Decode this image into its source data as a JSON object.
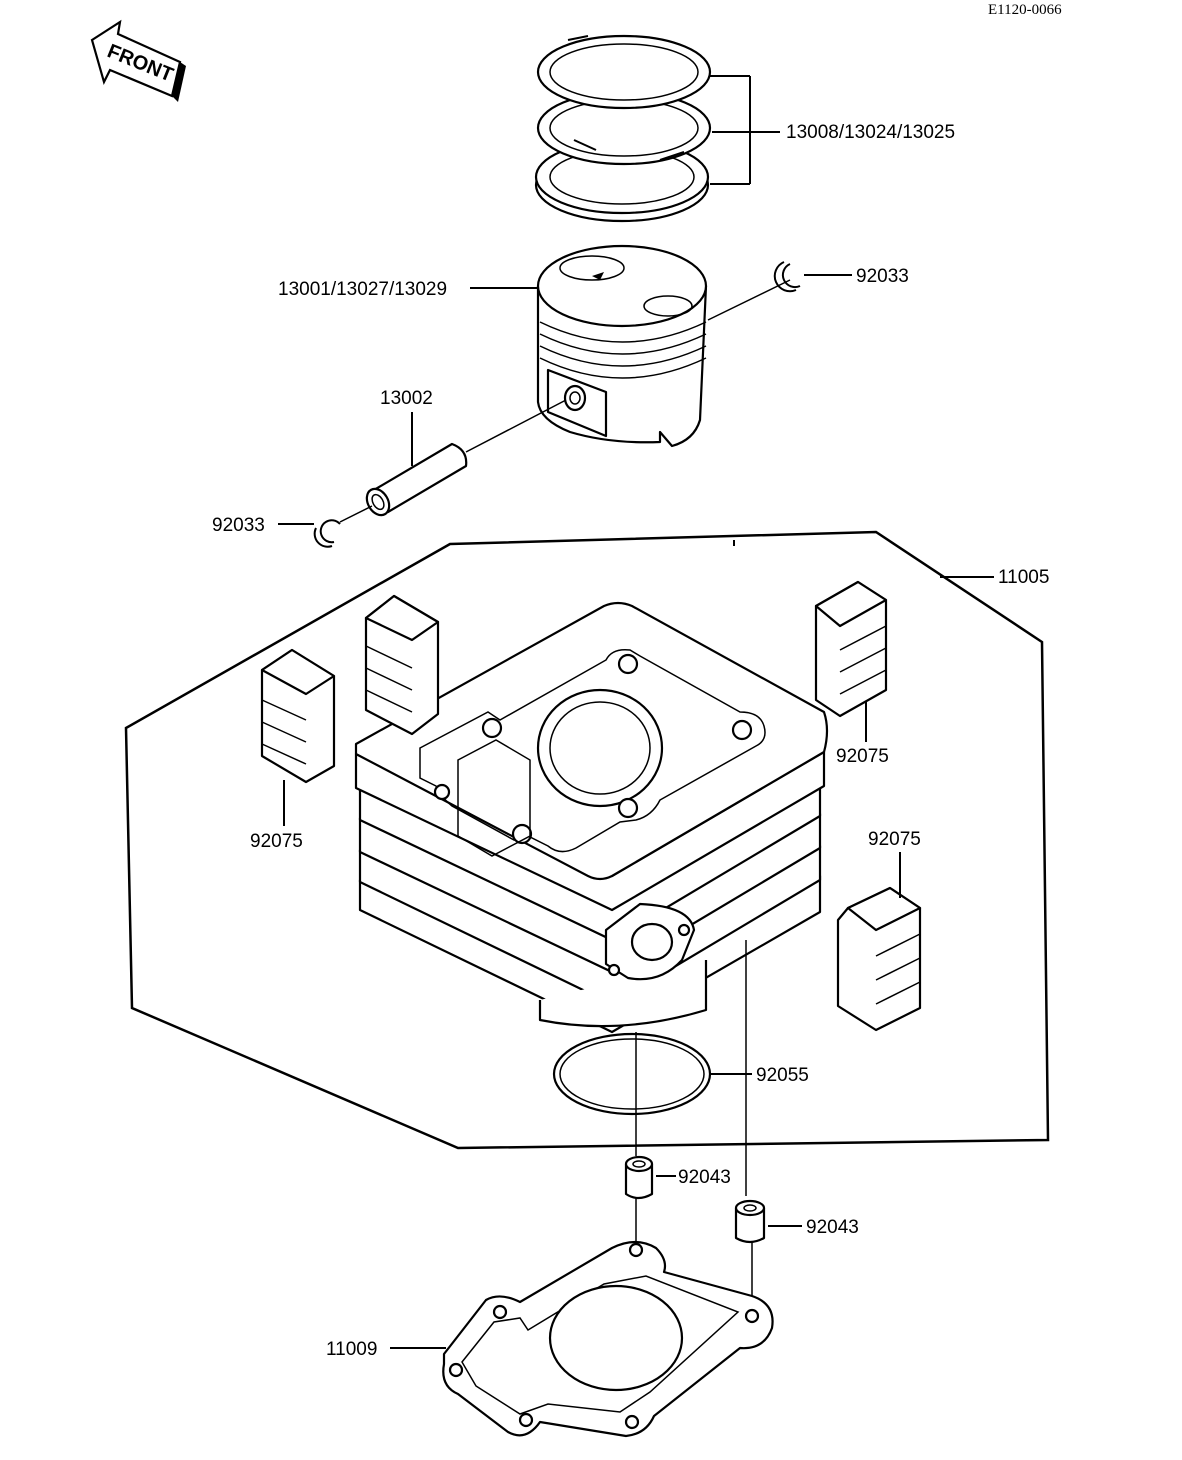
{
  "reference_code": "E1120-0066",
  "front_label": "FRONT",
  "labels": {
    "piston_rings": "13008/13024/13025",
    "piston": "13001/13027/13029",
    "circlip_right": "92033",
    "piston_pin": "13002",
    "circlip_left": "92033",
    "cylinder": "11005",
    "damper_right_top": "92075",
    "damper_left": "92075",
    "damper_right_lower": "92075",
    "o_ring": "92055",
    "dowel_left": "92043",
    "dowel_right": "92043",
    "base_gasket": "11009"
  }
}
